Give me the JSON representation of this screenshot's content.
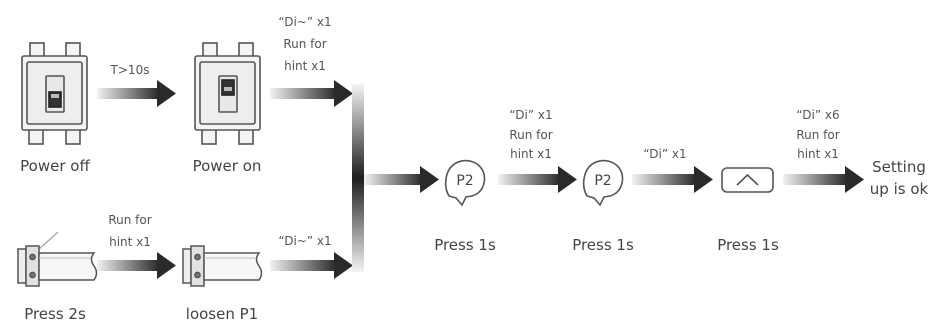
{
  "colors": {
    "arrow_dark": "#2a2a2a",
    "arrow_light": "#f2f2f2",
    "stroke": "#555555",
    "device_fill": "#f4f4f4"
  },
  "icons": {
    "breaker_off": "circuit-breaker-off-icon",
    "breaker_on": "circuit-breaker-on-icon",
    "motor_press": "tubular-motor-icon",
    "motor_loosen": "tubular-motor-icon",
    "remote_p2": "p2-button-icon",
    "remote_up": "up-button-icon"
  },
  "steps": {
    "power_off": "Power off",
    "power_on": "Power on",
    "press_2s": "Press 2s",
    "loosen_p1": "loosen P1",
    "press_1s_a": "Press 1s",
    "press_1s_b": "Press 1s",
    "press_1s_c": "Press 1s",
    "done_line1": "Setting",
    "done_line2": "up is ok"
  },
  "arrow_labels": {
    "t_delay": "T>10s",
    "top_di": "“Di~” x1",
    "top_run1": "Run for",
    "top_run2": "hint x1",
    "motor_run1": "Run for",
    "motor_run2": "hint x1",
    "bottom_di": "“Di~” x1",
    "p2_di": "“Di” x1",
    "p2_run1": "Run for",
    "p2_run2": "hint x1",
    "p2b_di": "“Di” x1",
    "up_di": "“Di” x6",
    "up_run1": "Run for",
    "up_run2": "hint x1"
  },
  "button_text": {
    "p2": "P2"
  }
}
